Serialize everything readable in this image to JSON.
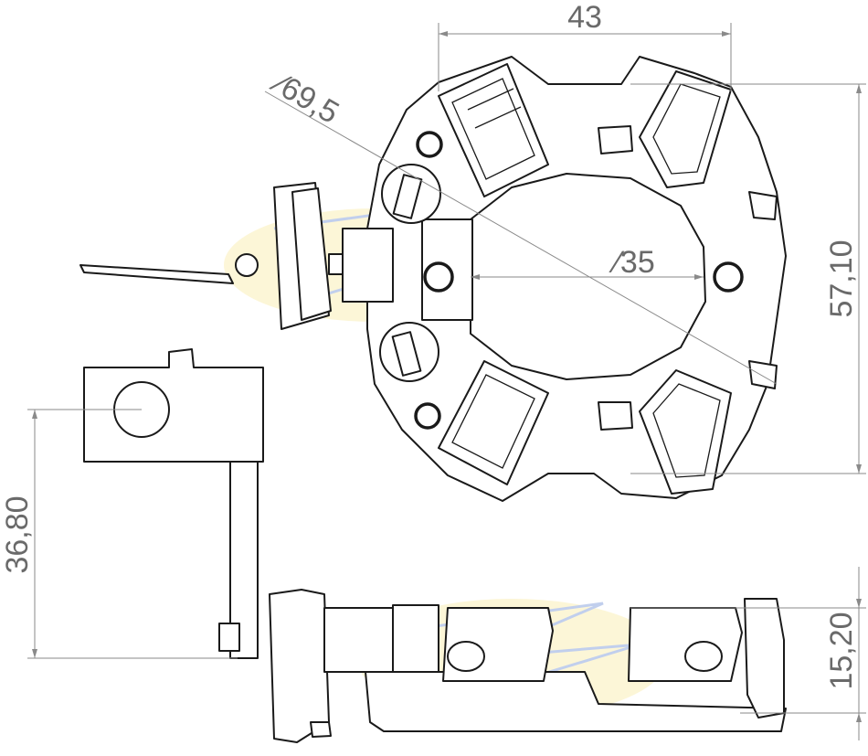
{
  "dimensions": {
    "width_top": "43",
    "outer_diameter": "∕69,5",
    "inner_diameter": "∕35",
    "height_right": "57,10",
    "height_left": "36,80",
    "side_height": "15,20"
  },
  "colors": {
    "line": "#1a1a1a",
    "dimension": "#8a8a8a",
    "watermark_yellow": "#fbefb8",
    "watermark_blue": "#8fa8e0"
  }
}
